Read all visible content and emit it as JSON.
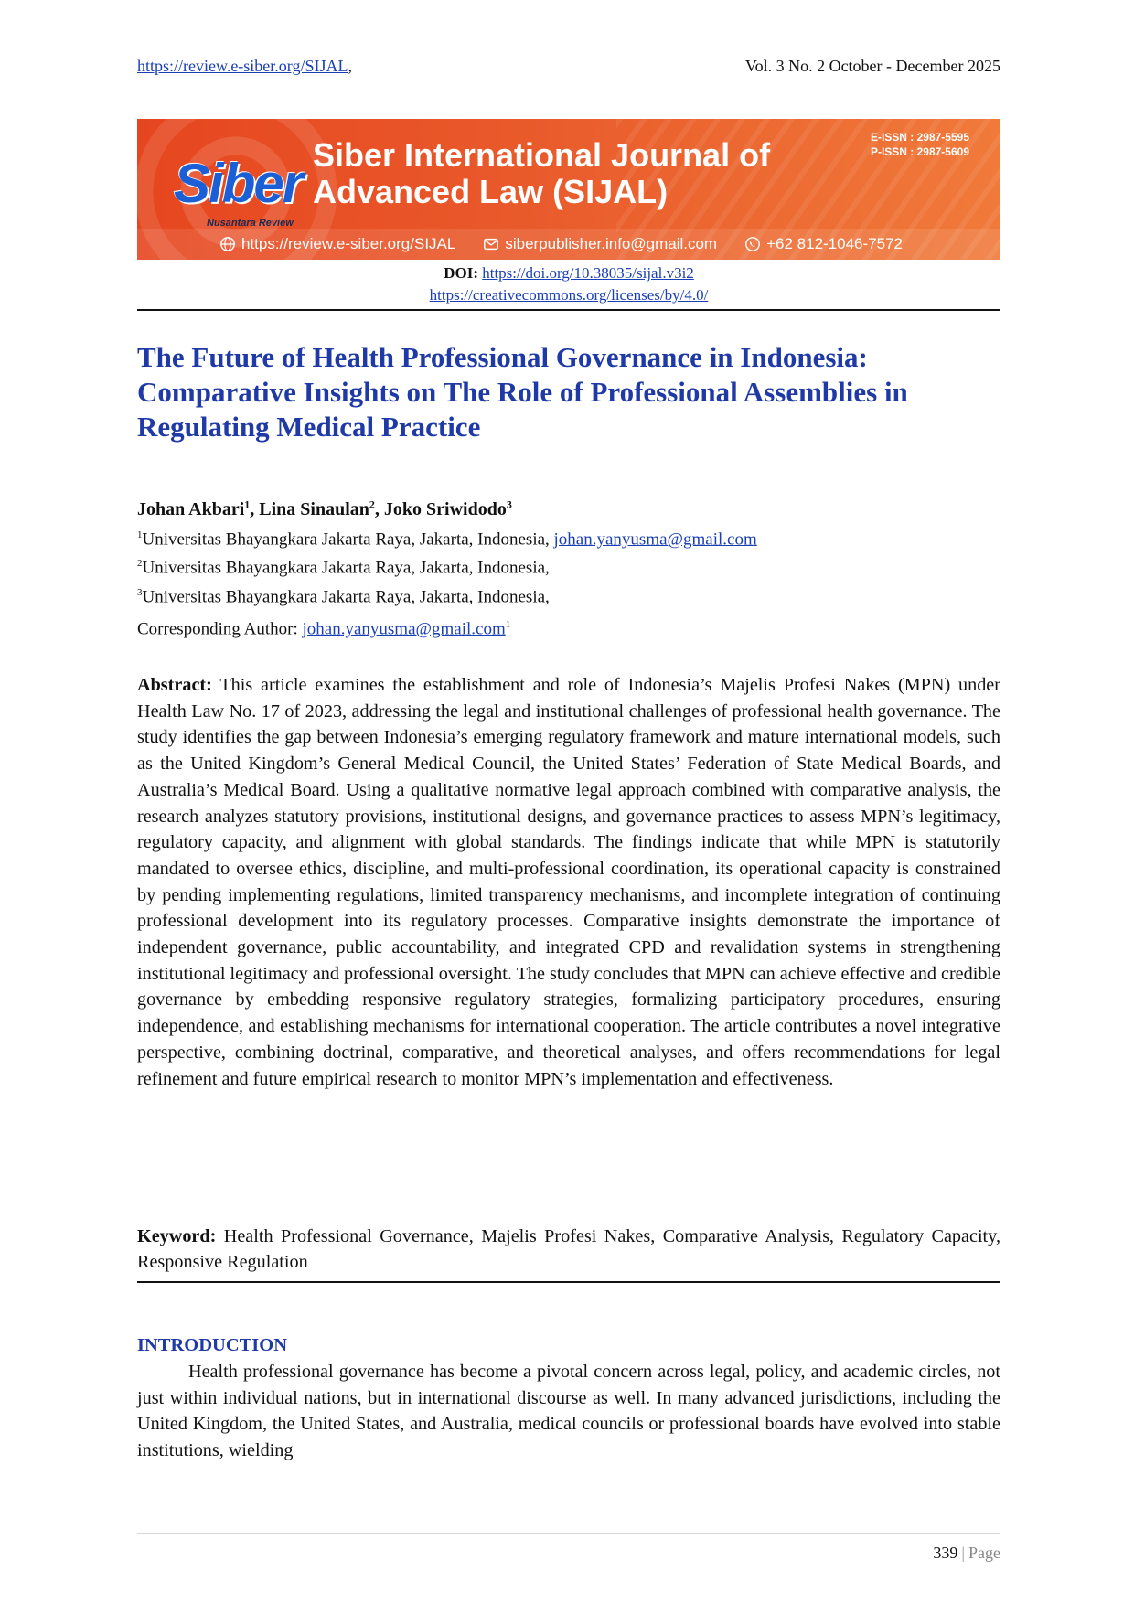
{
  "header": {
    "journal_url": "https://review.e-siber.org/SIJAL",
    "journal_url_suffix": ",",
    "issue": "Vol. 3 No. 2 October - December 2025"
  },
  "banner": {
    "logo_word": "Siber",
    "logo_sub": "Nusantara Review",
    "title_line1": "Siber International Journal of",
    "title_line2": "Advanced Law (SIJAL)",
    "eissn": "E-ISSN : 2987-5595",
    "pissn": "P-ISSN : 2987-5609",
    "website": "https://review.e-siber.org/SIJAL",
    "email": "siberpublisher.info@gmail.com",
    "phone": "+62 812-1046-7572",
    "colors": {
      "banner": "#e95a2b",
      "logo": "#1b5fd6"
    }
  },
  "doi": {
    "label": "DOI:",
    "link": "https://doi.org/10.38035/sijal.v3i2",
    "license": "https://creativecommons.org/licenses/by/4.0/"
  },
  "article": {
    "title": "The Future of Health Professional Governance in Indonesia: Comparative Insights on The Role of Professional Assemblies in Regulating Medical Practice",
    "authors": [
      {
        "name": "Johan Akbari",
        "sup": "1",
        "sep": ", "
      },
      {
        "name": "Lina Sinaulan",
        "sup": "2",
        "sep": ", "
      },
      {
        "name": "Joko Sriwidodo",
        "sup": "3",
        "sep": ""
      }
    ],
    "affiliations": [
      {
        "sup": "1",
        "text": "Universitas Bhayangkara Jakarta Raya, Jakarta, Indonesia, ",
        "email": "johan.yanyusma@gmail.com"
      },
      {
        "sup": "2",
        "text": "Universitas Bhayangkara Jakarta Raya, Jakarta, Indonesia,",
        "email": ""
      },
      {
        "sup": "3",
        "text": "Universitas Bhayangkara Jakarta Raya, Jakarta, Indonesia,",
        "email": ""
      }
    ],
    "corresponding": {
      "label": "Corresponding Author: ",
      "email": "johan.yanyusma@gmail.com",
      "sup": "1"
    },
    "abstract_label": "Abstract:",
    "abstract": "This article examines the establishment and role of Indonesia’s Majelis Profesi Nakes (MPN) under Health Law No. 17 of 2023, addressing the legal and institutional challenges of professional health governance. The study identifies the gap between Indonesia’s emerging regulatory framework and mature international models, such as the United Kingdom’s General Medical Council, the United States’ Federation of State Medical Boards, and Australia’s Medical Board. Using a qualitative normative legal approach combined with comparative analysis, the research analyzes statutory provisions, institutional designs, and governance practices to assess MPN’s legitimacy, regulatory capacity, and alignment with global standards. The findings indicate that while MPN is statutorily mandated to oversee ethics, discipline, and multi-professional coordination, its operational capacity is constrained by pending implementing regulations, limited transparency mechanisms, and incomplete integration of continuing professional development into its regulatory processes. Comparative insights demonstrate the importance of independent governance, public accountability, and integrated CPD and revalidation systems in strengthening institutional legitimacy and professional oversight. The study concludes that MPN can achieve effective and credible governance by embedding responsive regulatory strategies, formalizing participatory procedures, ensuring independence, and establishing mechanisms for international cooperation. The article contributes a novel integrative perspective, combining doctrinal, comparative, and theoretical analyses, and offers recommendations for legal refinement and future empirical research to monitor MPN’s implementation and effectiveness.",
    "keyword_label": "Keyword:",
    "keywords": "Health Professional Governance, Majelis Profesi Nakes, Comparative Analysis, Regulatory Capacity, Responsive Regulation"
  },
  "introduction": {
    "heading": "INTRODUCTION",
    "text": "Health professional governance has become a pivotal concern across legal, policy, and academic circles, not just within individual nations, but in international discourse as well. In many advanced jurisdictions, including the United Kingdom, the United States, and Australia, medical councils or professional boards have evolved into stable institutions, wielding"
  },
  "footer": {
    "page_number": "339",
    "separator": "|",
    "page_label": "Page"
  }
}
